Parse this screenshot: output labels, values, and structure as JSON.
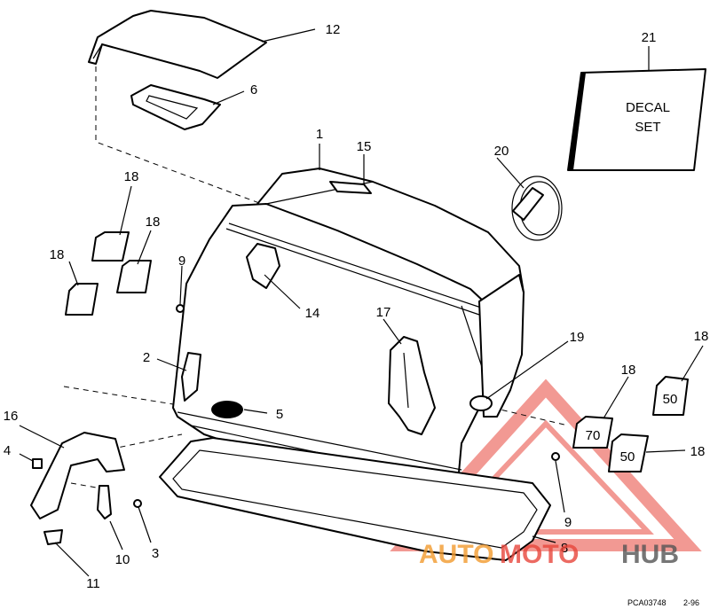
{
  "callouts": {
    "c1": "1",
    "c2": "2",
    "c3": "3",
    "c4": "4",
    "c5": "5",
    "c6": "6",
    "c8": "8",
    "c9a": "9",
    "c9b": "9",
    "c10": "10",
    "c11": "11",
    "c12": "12",
    "c14": "14",
    "c15": "15",
    "c16": "16",
    "c17": "17",
    "c18a": "18",
    "c18b": "18",
    "c18c": "18",
    "c18d": "18",
    "c18e": "18",
    "c18f": "18",
    "c19": "19",
    "c20": "20",
    "c21": "21"
  },
  "decal": {
    "line1": "DECAL",
    "line2": "SET"
  },
  "badges": {
    "b70": "70",
    "b50": "50"
  },
  "watermark": {
    "auto": "AUTO",
    "moto": "MOTO",
    "hub": "HUB"
  },
  "footer": {
    "code": "PCA03748",
    "date": "2-96"
  },
  "colors": {
    "line": "#000000",
    "watermark_red": "#e8463b",
    "watermark_orange": "#f29a2e",
    "watermark_gray": "#555555"
  }
}
